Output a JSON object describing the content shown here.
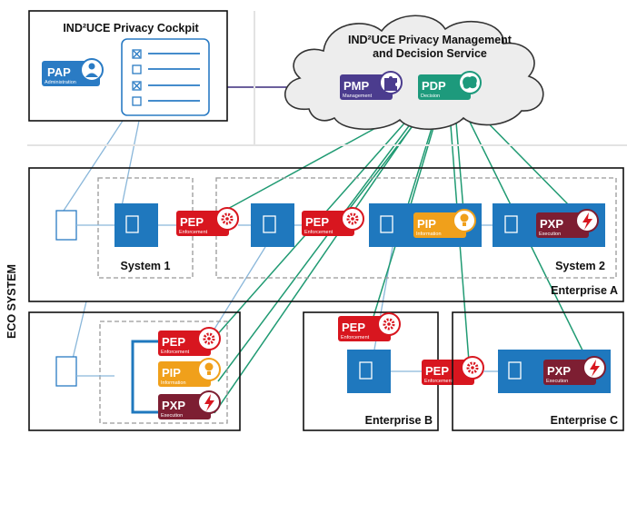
{
  "cockpit": {
    "title": "IND²UCE Privacy Cockpit"
  },
  "cloud": {
    "title_line1": "IND²UCE Privacy Management",
    "title_line2": "and Decision Service"
  },
  "badges": {
    "pap": {
      "main": "PAP",
      "sub": "Administration"
    },
    "pmp": {
      "main": "PMP",
      "sub": "Management"
    },
    "pdp": {
      "main": "PDP",
      "sub": "Decision"
    },
    "pep": {
      "main": "PEP",
      "sub": "Enforcement"
    },
    "pip": {
      "main": "PIP",
      "sub": "Information"
    },
    "pxp": {
      "main": "PXP",
      "sub": "Execution"
    }
  },
  "labels": {
    "system1": "System 1",
    "system2": "System 2",
    "enterprise_a": "Enterprise A",
    "enterprise_b": "Enterprise B",
    "enterprise_c": "Enterprise C",
    "eco_system": "ECO SYSTEM"
  },
  "colors": {
    "pap": "#2a7bc4",
    "pmp": "#4b3c8e",
    "pdp": "#1d9a7c",
    "pep": "#d8161f",
    "pip": "#f0a01b",
    "pxp": "#7d1e32",
    "system_blue": "#1f78be",
    "green_line": "#1f9a72",
    "blue_line": "#8ab7da",
    "purple_line": "#3a2c7c"
  },
  "icons": [
    "user-icon",
    "puzzle-icon",
    "brain-icon",
    "gear-icon",
    "bulb-icon",
    "lightning-icon",
    "checkbox-icon",
    "cloud-shape"
  ]
}
